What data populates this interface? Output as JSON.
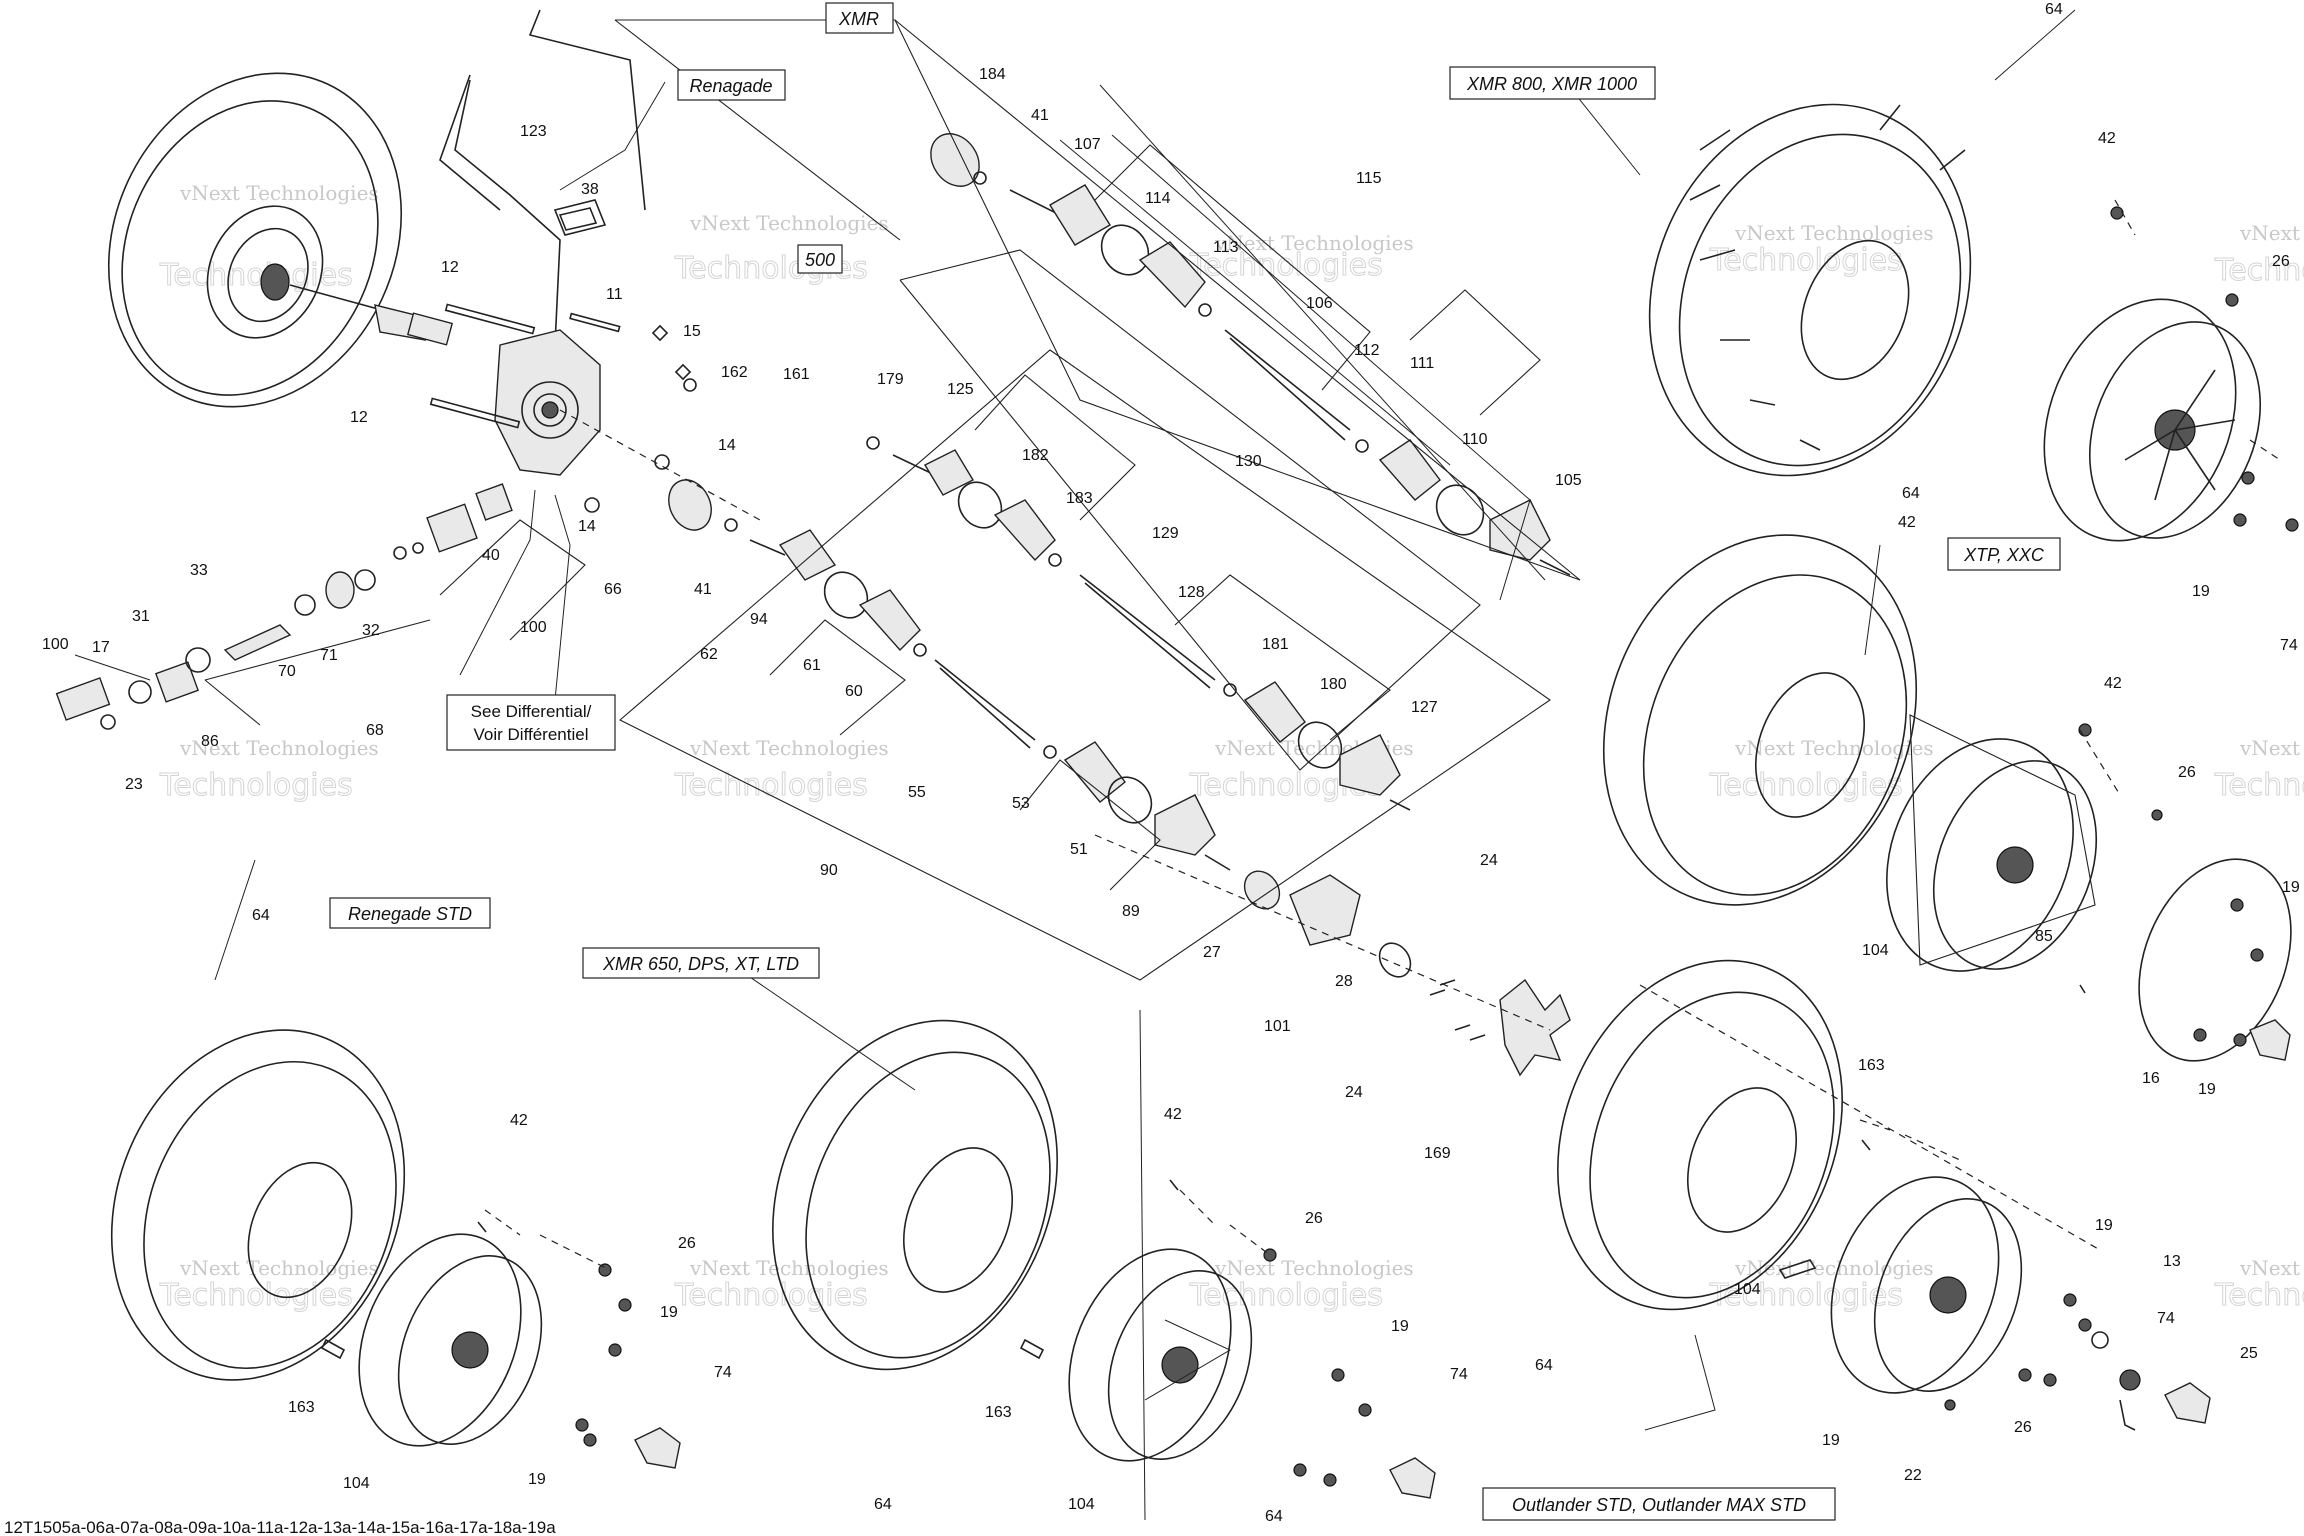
{
  "diagram": {
    "model_tags": [
      "Renagade",
      "XMR",
      "500",
      "XMR 800, XMR 1000",
      "XTP, XXC",
      "Renegade STD",
      "XMR 650, DPS, XT, LTD",
      "Outlander STD, Outlander MAX STD"
    ],
    "note": [
      "See Differential/",
      "Voir Différentiel"
    ],
    "code": "12T1505a-06a-07a-08a-09a-10a-11a-12a-13a-14a-15a-16a-17a-18a-19a",
    "watermark": [
      "vNext Technologies",
      "Technologies"
    ],
    "part_numbers": [
      "100",
      "17",
      "23",
      "31",
      "86",
      "33",
      "70",
      "71",
      "32",
      "68",
      "66",
      "41",
      "40",
      "100",
      "14",
      "14",
      "12",
      "12",
      "11",
      "15",
      "162",
      "161",
      "123",
      "38",
      "184",
      "41",
      "107",
      "114",
      "113",
      "106",
      "115",
      "112",
      "111",
      "110",
      "105",
      "179",
      "125",
      "182",
      "183",
      "129",
      "130",
      "94",
      "61",
      "62",
      "60",
      "128",
      "181",
      "180",
      "127",
      "55",
      "53",
      "51",
      "89",
      "90",
      "27",
      "101",
      "28",
      "24",
      "24",
      "169",
      "64",
      "42",
      "26",
      "19",
      "64",
      "74",
      "42",
      "26",
      "104",
      "85",
      "19",
      "16",
      "19",
      "64",
      "42",
      "26",
      "19",
      "163",
      "104",
      "19",
      "74",
      "64",
      "42",
      "26",
      "163",
      "104",
      "19",
      "74",
      "64",
      "64",
      "42",
      "163",
      "104",
      "19",
      "19",
      "26",
      "22",
      "13",
      "74",
      "25"
    ]
  }
}
